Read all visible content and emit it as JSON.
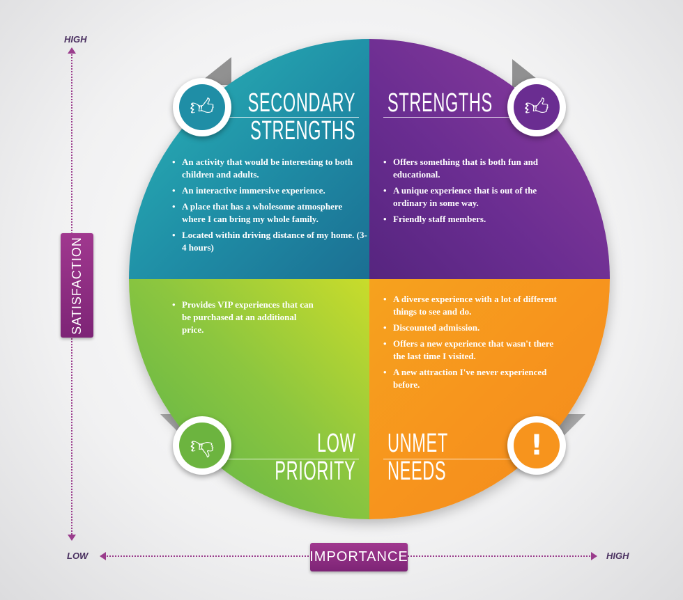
{
  "axes": {
    "y_high": "HIGH",
    "y_low": "LOW",
    "x_low": "LOW",
    "x_high": "HIGH",
    "y_label": "SATISFACTION",
    "x_label": "IMPORTANCE"
  },
  "quadrants": {
    "secondary_strengths": {
      "title_line1": "SECONDARY",
      "title_line2": "STRENGTHS",
      "icon": "thumbs-up-icon",
      "color": "#1f8ea6",
      "items": [
        "An activity that would be interesting to both children and adults.",
        "An interactive immersive experience.",
        "A place that has a wholesome atmosphere where I can bring my whole family.",
        "Located within driving distance of my home. (3-4 hours)"
      ]
    },
    "strengths": {
      "title_line1": "STRENGTHS",
      "icon": "thumbs-up-icon",
      "color": "#6a2d91",
      "items": [
        "Offers something that is both fun and educational.",
        "A unique experience that is out of the ordinary in some way.",
        "Friendly staff members."
      ]
    },
    "low_priority": {
      "title_line1": "LOW",
      "title_line2": "PRIORITY",
      "icon": "thumbs-down-icon",
      "color": "#8cc63f",
      "items": [
        "Provides VIP experiences that can be purchased at an additional price."
      ]
    },
    "unmet_needs": {
      "title_line1": "UNMET",
      "title_line2": "NEEDS",
      "icon": "exclamation-icon",
      "color": "#f7941d",
      "items": [
        "A diverse experience with a lot of different things to see and do.",
        "Discounted admission.",
        "Offers a new experience that wasn't there the last time I visited.",
        "A new attraction I've never experienced before."
      ]
    }
  }
}
